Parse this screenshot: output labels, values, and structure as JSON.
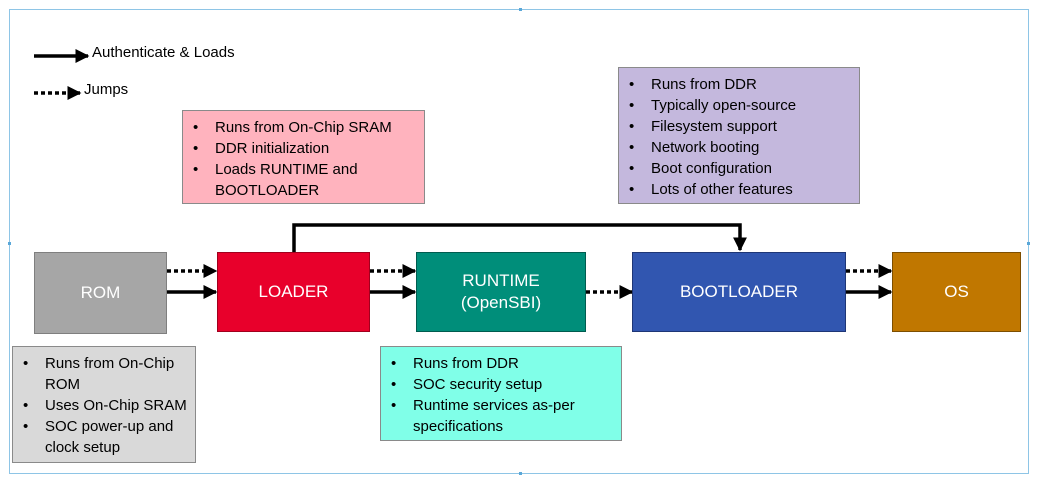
{
  "legend": {
    "solid_label": "Authenticate & Loads",
    "dotted_label": "Jumps"
  },
  "stages": {
    "rom": {
      "label": "ROM",
      "color": "#a6a6a6"
    },
    "loader": {
      "label": "LOADER",
      "color": "#e8002b"
    },
    "runtime": {
      "label_line1": "RUNTIME",
      "label_line2": "(OpenSBI)",
      "color": "#008e7a"
    },
    "bootloader": {
      "label": "BOOTLOADER",
      "color": "#3156b0"
    },
    "os": {
      "label": "OS",
      "color": "#c07700"
    }
  },
  "notes": {
    "rom": {
      "color": "#d9d9d9",
      "items": [
        "Runs from On-Chip ROM",
        "Uses On-Chip SRAM",
        "SOC power-up and clock setup"
      ]
    },
    "loader": {
      "color": "#ffb3be",
      "items": [
        "Runs from On-Chip SRAM",
        "DDR initialization",
        "Loads RUNTIME and BOOTLOADER"
      ]
    },
    "runtime": {
      "color": "#80ffe8",
      "items": [
        "Runs from DDR",
        "SOC security setup",
        "Runtime services as-per specifications"
      ]
    },
    "bootloader": {
      "color": "#c4b8dd",
      "items": [
        "Runs from DDR",
        "Typically open-source",
        "Filesystem support",
        "Network booting",
        "Boot configuration",
        "Lots of other features"
      ]
    }
  }
}
